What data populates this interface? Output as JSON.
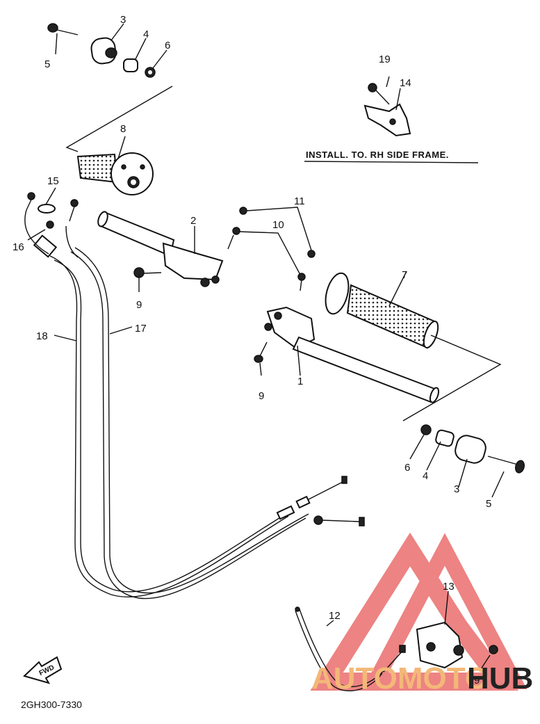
{
  "diagram": {
    "labels": {
      "l1": "1",
      "l2": "2",
      "l3a": "3",
      "l3b": "3",
      "l4a": "4",
      "l4b": "4",
      "l5a": "5",
      "l5b": "5",
      "l6a": "6",
      "l6b": "6",
      "l7": "7",
      "l8": "8",
      "l9a": "9",
      "l9b": "9",
      "l9c": "9",
      "l10": "10",
      "l11": "11",
      "l12": "12",
      "l13": "13",
      "l14": "14",
      "l15": "15",
      "l16": "16",
      "l17": "17",
      "l18": "18",
      "l19": "19"
    },
    "install_note": "INSTALL. TO. RH SIDE FRAME.",
    "fwd_label": "FWD",
    "drawing_code": "2GH300-7330"
  },
  "watermark": {
    "part1": "AUTOMOTO",
    "part2": "HUB",
    "color_light": "#f3b878",
    "color_dark": "#222222",
    "logo_color": "#e85a5a"
  }
}
